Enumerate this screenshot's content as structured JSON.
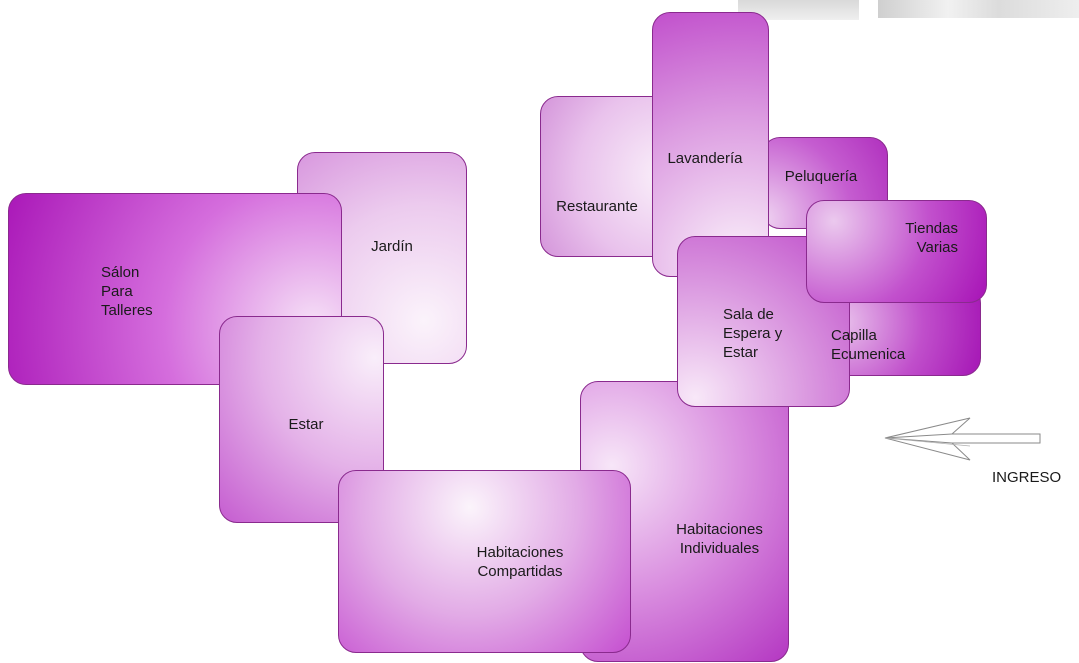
{
  "rooms": {
    "salon": "Sálon\nPara\nTalleres",
    "jardin": "Jardín",
    "estar": "Estar",
    "hab_compartidas": "Habitaciones\nCompartidas",
    "hab_individuales": "Habitaciones\nIndividuales",
    "restaurante": "Restaurante",
    "lavanderia": "Lavandería",
    "peluqueria": "Peluquería",
    "tiendas": "Tiendas\nVarias",
    "sala_espera": "Sala de\nEspera y\nEstar",
    "capilla": "Capilla\nEcumenica"
  },
  "entrance": {
    "label": "INGRESO"
  },
  "colors": {
    "accent": "#a316b4",
    "light": "#f8eaf8",
    "stroke": "#8a2a8e"
  }
}
